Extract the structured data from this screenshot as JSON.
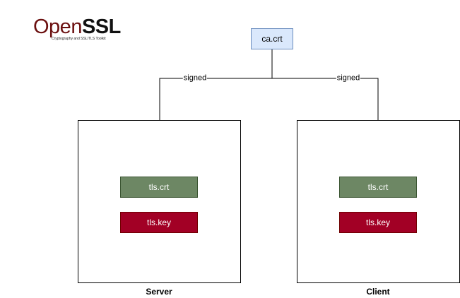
{
  "logo": {
    "word_open": "Open",
    "word_ssl": "SSL",
    "tagline": "Cryptography and SSL/TLS Toolkit"
  },
  "ca": {
    "label": "ca.crt"
  },
  "edges": {
    "left_label": "signed",
    "right_label": "signed"
  },
  "server": {
    "caption": "Server",
    "crt_label": "tls.crt",
    "key_label": "tls.key"
  },
  "client": {
    "caption": "Client",
    "crt_label": "tls.crt",
    "key_label": "tls.key"
  },
  "colors": {
    "logo_red": "#6b0f0f",
    "ca_fill": "#dae8fc",
    "ca_stroke": "#6c8ebf",
    "crt_fill": "#6d8764",
    "key_fill": "#a20025"
  }
}
